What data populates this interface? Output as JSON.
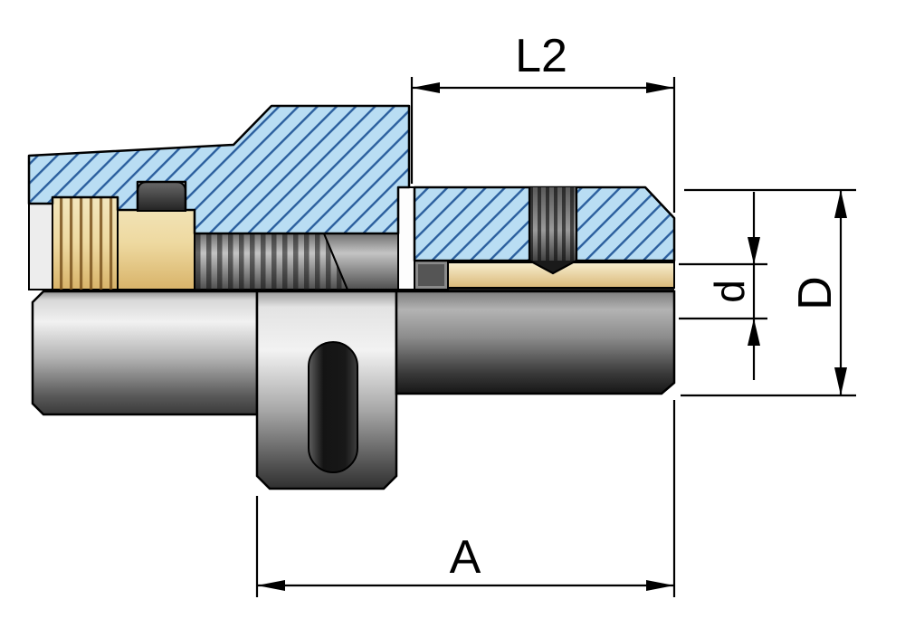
{
  "drawing": {
    "dimension_labels": {
      "l2": "L2",
      "a": "A",
      "d_bore": "d",
      "d_outer": "D"
    },
    "colors": {
      "background": "#ffffff",
      "section_hatch_fill": "#b9ddf3",
      "section_hatch_line": "#2b5f9e",
      "brass_light": "#f6ecc9",
      "brass_dark": "#d9b878",
      "steel_light": "#f1f1f1",
      "steel_dark": "#1a1a1a",
      "line": "#000000"
    }
  }
}
